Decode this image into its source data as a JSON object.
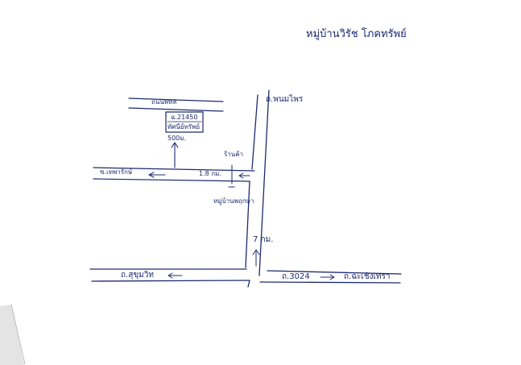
{
  "map": {
    "title": "หมู่บ้านวิรัช โภคทรัพย์",
    "labels": {
      "road_top": "ถนนพหล",
      "plot_number": "ฉ.21450",
      "plot_name": "ทัศนีย์ทรัพย์",
      "plot_distance": "500ม.",
      "north_road": "ถ.พนมไพร",
      "soi_left": "ซ.เทพารักษ์",
      "soi_distance": "1.8 กม.",
      "shop": "ร้านค้า",
      "landmark": "หมู่บ้านพฤกษา",
      "main_distance": "7 กม.",
      "sukhumvit": "ถ.สุขุมวิท",
      "route_number": "ถ.3024",
      "chachoengsao": "ถ.ฉะเชิงเทรา"
    },
    "colors": {
      "ink": "#1c2a6e",
      "paper": "#ffffff",
      "shadow": "#bcbcbc"
    }
  }
}
